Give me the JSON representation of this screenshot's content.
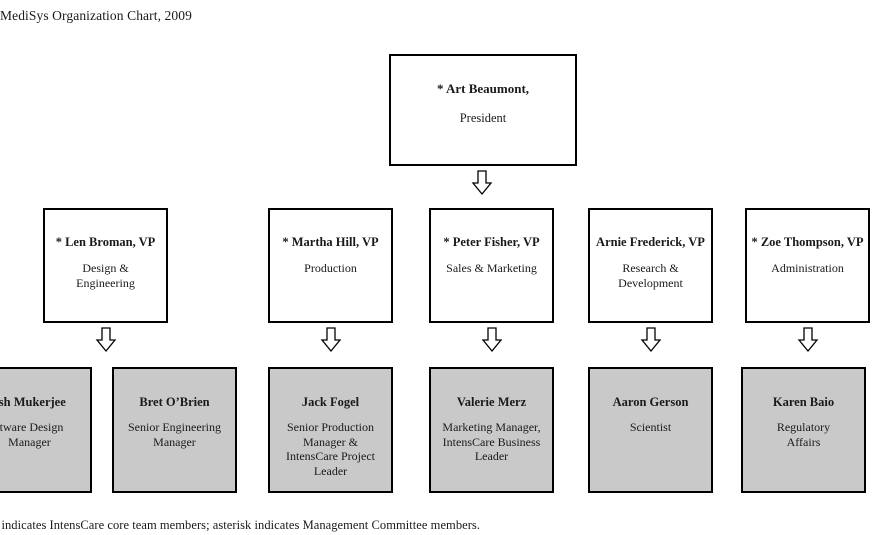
{
  "title": "MediSys Organization Chart, 2009",
  "footnote": "g indicates IntensCare core team members; asterisk indicates Management Committee members.",
  "colors": {
    "shaded_fill": "#c9c9c9",
    "border": "#000000",
    "background": "#ffffff",
    "text": "#1a1a1a"
  },
  "chart_data": {
    "type": "diagram",
    "title": "MediSys Organization Chart, 2009",
    "legend": "g indicates IntensCare core team members; asterisk indicates Management Committee members.",
    "levels": [
      {
        "level": 1,
        "nodes": [
          {
            "name": "* Art Beaumont,",
            "title": "President",
            "shaded": false,
            "management_committee": true
          }
        ]
      },
      {
        "level": 2,
        "nodes": [
          {
            "name": "* Len Broman, VP",
            "title": "Design &\nEngineering",
            "shaded": false,
            "management_committee": true
          },
          {
            "name": "* Martha Hill, VP",
            "title": "Production",
            "shaded": false,
            "management_committee": true
          },
          {
            "name": "* Peter Fisher, VP",
            "title": "Sales & Marketing",
            "shaded": false,
            "management_committee": true
          },
          {
            "name": "Arnie Frederick, VP",
            "title": "Research &\nDevelopment",
            "shaded": false,
            "management_committee": false
          },
          {
            "name": "* Zoe Thompson, VP",
            "title": "Administration",
            "shaded": false,
            "management_committee": true
          }
        ]
      },
      {
        "level": 3,
        "nodes": [
          {
            "name": "esh Mukerjee",
            "title": "ftware Design\nManager",
            "shaded": true,
            "management_committee": false,
            "clipped_left": true
          },
          {
            "name": "Bret O’Brien",
            "title": "Senior Engineering\nManager",
            "shaded": true,
            "management_committee": false
          },
          {
            "name": "Jack Fogel",
            "title": "Senior Production\nManager &\nIntensCare Project\nLeader",
            "shaded": true,
            "management_committee": false
          },
          {
            "name": "Valerie Merz",
            "title": "Marketing Manager,\nIntensCare Business\nLeader",
            "shaded": true,
            "management_committee": false
          },
          {
            "name": "Aaron Gerson",
            "title": "Scientist",
            "shaded": true,
            "management_committee": false
          },
          {
            "name": "Karen Baio",
            "title": "Regulatory\nAffairs",
            "shaded": true,
            "management_committee": false
          }
        ]
      }
    ],
    "connectors": [
      {
        "from": "* Art Beaumont,",
        "style": "block-arrow-down"
      },
      {
        "from": "* Len Broman, VP",
        "style": "block-arrow-down"
      },
      {
        "from": "* Martha Hill, VP",
        "style": "block-arrow-down"
      },
      {
        "from": "* Peter Fisher, VP",
        "style": "block-arrow-down"
      },
      {
        "from": "Arnie Frederick, VP",
        "style": "block-arrow-down"
      },
      {
        "from": "* Zoe Thompson, VP",
        "style": "block-arrow-down"
      }
    ]
  }
}
